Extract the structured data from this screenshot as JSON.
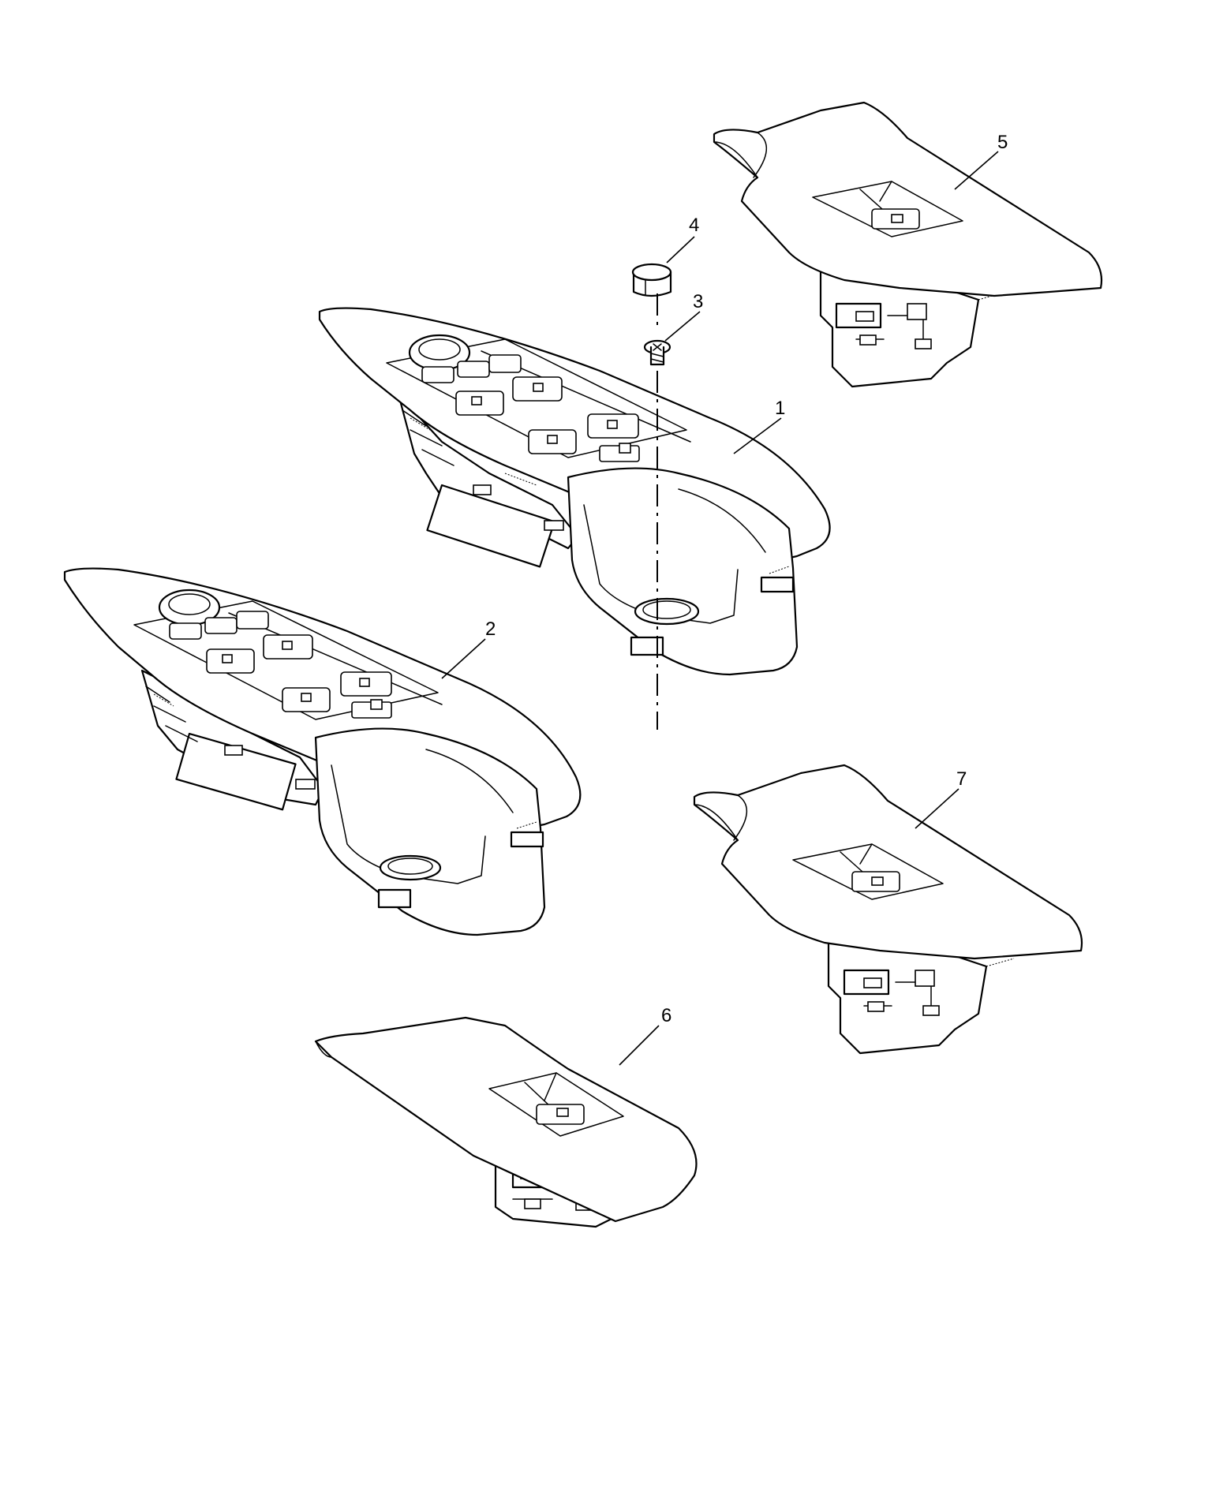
{
  "callouts": {
    "part_1": "1",
    "part_2": "2",
    "part_3": "3",
    "part_4": "4",
    "part_5": "5",
    "part_6": "6",
    "part_7": "7"
  },
  "colors": {
    "line": "#000000",
    "background": "#ffffff"
  }
}
